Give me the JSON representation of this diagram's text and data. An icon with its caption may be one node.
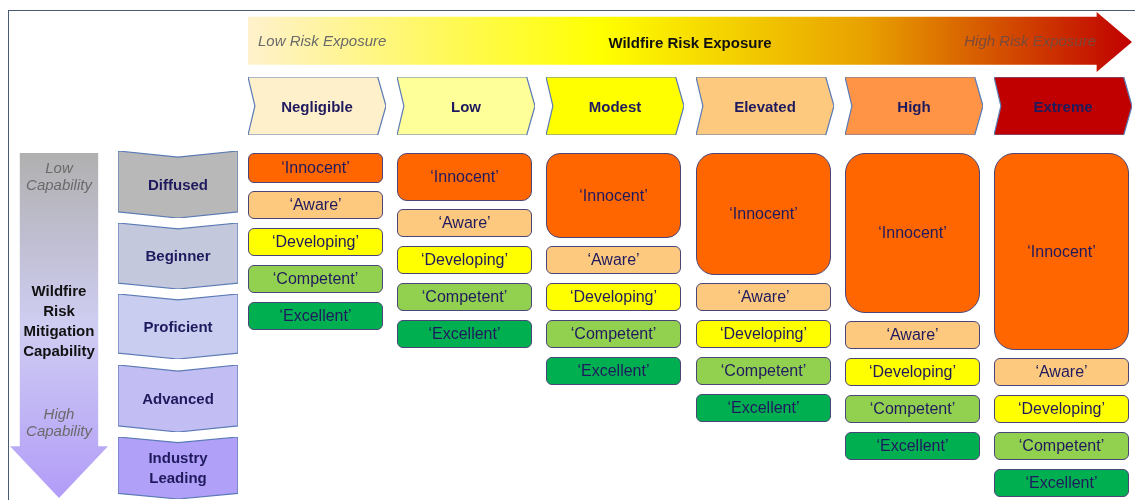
{
  "diagram": {
    "nodes": [
      {
        "text": [
          "Low Risk Exposure",
          "Wildfire Risk Exposure",
          "High Risk Exposure"
        ]
      },
      {
        "text": [
          "Low Capability",
          "Wildfire Risk Mitigation Capability",
          "High Capability"
        ]
      },
      {
        "text": [
          "Negligible"
        ]
      },
      {
        "text": [
          "Low"
        ]
      },
      {
        "text": [
          "Modest"
        ]
      },
      {
        "text": [
          "Elevated"
        ]
      },
      {
        "text": [
          "High"
        ]
      },
      {
        "text": [
          "Extreme"
        ]
      },
      {
        "text": [
          "Diffused"
        ]
      },
      {
        "text": [
          "Beginner"
        ]
      },
      {
        "text": [
          "Proficient"
        ]
      },
      {
        "text": [
          "Advanced"
        ]
      },
      {
        "text": [
          "Industry Leading"
        ]
      },
      {
        "text": [
          "‘Innocent’"
        ]
      },
      {
        "text": [
          "‘Aware’"
        ]
      },
      {
        "text": [
          "‘Developing’"
        ]
      },
      {
        "text": [
          "‘Competent’"
        ]
      },
      {
        "text": [
          "‘Excellent’"
        ]
      },
      {
        "text": [
          "‘Innocent’"
        ]
      },
      {
        "text": [
          "‘Aware’"
        ]
      },
      {
        "text": [
          "‘Developing’"
        ]
      },
      {
        "text": [
          "‘Competent’"
        ]
      },
      {
        "text": [
          "‘Excellent’"
        ]
      },
      {
        "text": [
          "‘Innocent’"
        ]
      },
      {
        "text": [
          "‘Aware’"
        ]
      },
      {
        "text": [
          "‘Developing’"
        ]
      },
      {
        "text": [
          "‘Competent’"
        ]
      },
      {
        "text": [
          "‘Excellent’"
        ]
      },
      {
        "text": [
          "‘Innocent’"
        ]
      },
      {
        "text": [
          "‘Aware’"
        ]
      },
      {
        "text": [
          "‘Developing’"
        ]
      },
      {
        "text": [
          "‘Competent’"
        ]
      },
      {
        "text": [
          "‘Excellent’"
        ]
      },
      {
        "text": [
          "‘Innocent’"
        ]
      },
      {
        "text": [
          "‘Aware’"
        ]
      },
      {
        "text": [
          "‘Developing’"
        ]
      },
      {
        "text": [
          "‘Competent’"
        ]
      },
      {
        "text": [
          "‘Excellent’"
        ]
      },
      {
        "text": [
          "‘Innocent’"
        ]
      },
      {
        "text": [
          "‘Aware’"
        ]
      },
      {
        "text": [
          "‘Developing’"
        ]
      },
      {
        "text": [
          "‘Competent’"
        ]
      },
      {
        "text": [
          "‘Excellent’"
        ]
      }
    ]
  }
}
